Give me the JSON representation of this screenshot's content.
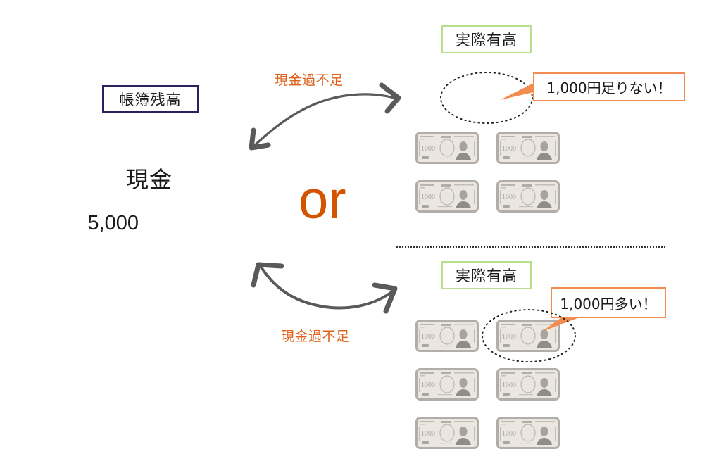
{
  "diagram": {
    "book_balance_label": "帳簿残高",
    "account": {
      "title": "現金",
      "debit_amount": "5,000",
      "credit_amount": ""
    },
    "or_label": "or",
    "shortage_cases": [
      {
        "arrow_label": "現金過不足",
        "actual_balance_label": "実際有高",
        "callout": "1,000円足りない！",
        "banknote_count": 4,
        "highlighted_missing_note": true
      },
      {
        "arrow_label": "現金過不足",
        "actual_balance_label": "実際有高",
        "callout": "1,000円多い！",
        "banknote_count": 6,
        "highlighted_extra_note": true
      }
    ],
    "banknote": {
      "denomination_text": "1000",
      "icon": "thousand-yen-banknote-icon"
    },
    "colors": {
      "orange_text": "#e0601a",
      "or_text": "#d35400",
      "callout_border": "#f28c50",
      "actual_box_border": "#b7df8e",
      "book_box_border": "#2b2160",
      "arrow_gray": "#5a5a5a",
      "banknote_fill": "#ebe6df",
      "banknote_border": "#b0aeab"
    }
  }
}
